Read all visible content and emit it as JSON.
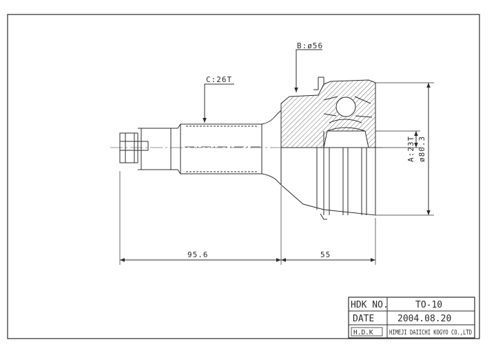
{
  "drawing": {
    "labels": {
      "outer_spline": "B:ø56",
      "shaft_spline": "C:26T",
      "inner_spline": "A:23T",
      "outer_diameter": "ø80.3"
    },
    "dimensions": {
      "shaft_length": "95.6",
      "housing_length": "55"
    }
  },
  "title_block": {
    "hdk_no_label": "HDK NO.",
    "hdk_no_value": "TO-10",
    "date_label": "DATE",
    "date_value": "2004.08.20",
    "company_logo": "H.D.K",
    "company_name": "HIMEJI DAIICHI KOGYO CO.,LTD"
  },
  "colors": {
    "line": "#2a2a2a",
    "hatch": "#555555",
    "background": "#ffffff"
  }
}
